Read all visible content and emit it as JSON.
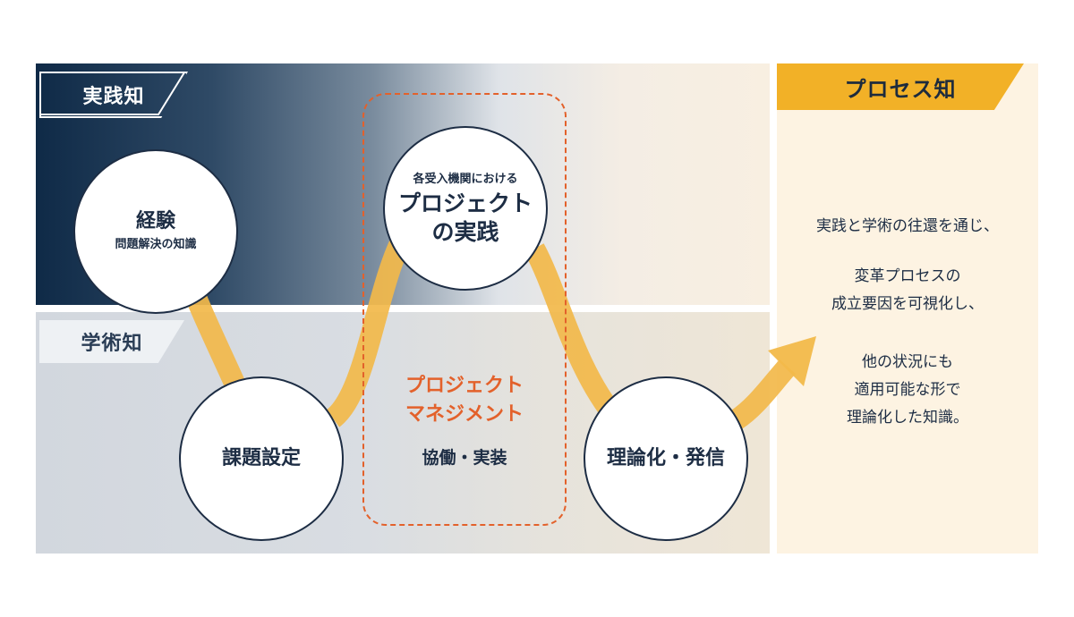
{
  "labels": {
    "jissen": "実践知",
    "gakujutsu": "学術知",
    "process": "プロセス知"
  },
  "nodes": {
    "keiken": {
      "title": "経験",
      "sub": "問題解決の知識"
    },
    "kadai": {
      "title": "課題設定"
    },
    "project": {
      "pre": "各受入機関における",
      "line1": "プロジェクト",
      "line2": "の実践"
    },
    "riron": {
      "title": "理論化・発信"
    }
  },
  "management": {
    "line1": "プロジェクト",
    "line2": "マネジメント",
    "sub": "協働・実装"
  },
  "description": {
    "p1": "実践と学術の往還を通じ、",
    "p2a": "変革プロセスの",
    "p2b": "成立要因を可視化し、",
    "p3a": "他の状況にも",
    "p3b": "適用可能な形で",
    "p3c": "理論化した知識。"
  },
  "colors": {
    "navy": "#1d2d44",
    "accent_orange": "#e3612b",
    "flow_yellow": "#f2b94a",
    "process_tag": "#f2b127"
  }
}
